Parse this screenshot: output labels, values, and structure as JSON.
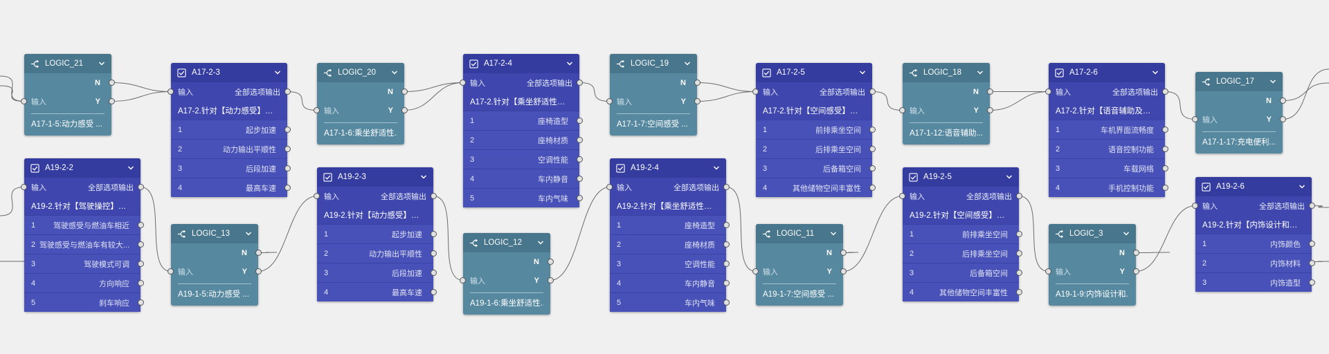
{
  "colors": {
    "logic": "#5688a0",
    "question": "#3f47ae",
    "wire": "#6a6a6a"
  },
  "labels": {
    "input": "输入",
    "all_output": "全部选项输出",
    "n": "N",
    "y": "Y",
    "ellipsis": "..."
  },
  "logic_nodes": [
    {
      "id": "LOGIC_21",
      "footer": "A17-1-5:动力感受 ..."
    },
    {
      "id": "LOGIC_20",
      "footer": "A17-1-6:乘坐舒适性..."
    },
    {
      "id": "LOGIC_19",
      "footer": "A17-1-7:空间感受 ..."
    },
    {
      "id": "LOGIC_18",
      "footer": "A17-1-12:语音辅助..."
    },
    {
      "id": "LOGIC_17",
      "footer": "A17-1-17:充电便利..."
    },
    {
      "id": "LOGIC_13",
      "footer": "A19-1-5:动力感受 ..."
    },
    {
      "id": "LOGIC_12",
      "footer": "A19-1-6:乘坐舒适性..."
    },
    {
      "id": "LOGIC_11",
      "footer": "A19-1-7:空间感受 ..."
    },
    {
      "id": "LOGIC_3",
      "footer": "A19-1-9:内饰设计和..."
    }
  ],
  "question_nodes": [
    {
      "id": "A17-2-3",
      "desc": "A17-2.针对【动力感受】方面,...",
      "options": [
        {
          "n": "1",
          "t": "起步加速"
        },
        {
          "n": "2",
          "t": "动力输出平顺性"
        },
        {
          "n": "3",
          "t": "后段加速"
        },
        {
          "n": "4",
          "t": "最高车速"
        }
      ]
    },
    {
      "id": "A17-2-4",
      "desc": "A17-2.针对【乘坐舒适性】方...",
      "options": [
        {
          "n": "1",
          "t": "座椅造型"
        },
        {
          "n": "2",
          "t": "座椅材质"
        },
        {
          "n": "3",
          "t": "空调性能"
        },
        {
          "n": "4",
          "t": "车内静音"
        },
        {
          "n": "5",
          "t": "车内气味"
        }
      ]
    },
    {
      "id": "A17-2-5",
      "desc": "A17-2.针对【空间感受】方面,...",
      "options": [
        {
          "n": "1",
          "t": "前排乘坐空间"
        },
        {
          "n": "2",
          "t": "后排乘坐空间"
        },
        {
          "n": "3",
          "t": "后备箱空间"
        },
        {
          "n": "4",
          "t": "其他储物空间丰富性"
        }
      ]
    },
    {
      "id": "A17-2-6",
      "desc": "A17-2.针对【语音辅助及车联...",
      "options": [
        {
          "n": "1",
          "t": "车机界面流畅度"
        },
        {
          "n": "2",
          "t": "语音控制功能"
        },
        {
          "n": "3",
          "t": "车载网络"
        },
        {
          "n": "4",
          "t": "手机控制功能"
        }
      ]
    },
    {
      "id": "A19-2-2",
      "desc": "A19-2.针对【驾驶操控】方面,...",
      "options": [
        {
          "n": "1",
          "t": "驾驶感受与燃油车相近"
        },
        {
          "n": "2",
          "t": "驾驶感受与燃油车有较大..."
        },
        {
          "n": "3",
          "t": "驾驶模式可调"
        },
        {
          "n": "4",
          "t": "方向响应"
        },
        {
          "n": "5",
          "t": "刹车响应"
        }
      ]
    },
    {
      "id": "A19-2-3",
      "desc": "A19-2.针对【动力感受】方面,...",
      "options": [
        {
          "n": "1",
          "t": "起步加速"
        },
        {
          "n": "2",
          "t": "动力输出平顺性"
        },
        {
          "n": "3",
          "t": "后段加速"
        },
        {
          "n": "4",
          "t": "最高车速"
        }
      ]
    },
    {
      "id": "A19-2-4",
      "desc": "A19-2.针对【乘坐舒适性】方...",
      "options": [
        {
          "n": "1",
          "t": "座椅造型"
        },
        {
          "n": "2",
          "t": "座椅材质"
        },
        {
          "n": "3",
          "t": "空调性能"
        },
        {
          "n": "4",
          "t": "车内静音"
        },
        {
          "n": "5",
          "t": "车内气味"
        }
      ]
    },
    {
      "id": "A19-2-5",
      "desc": "A19-2.针对【空间感受】方面,...",
      "options": [
        {
          "n": "1",
          "t": "前排乘坐空间"
        },
        {
          "n": "2",
          "t": "后排乘坐空间"
        },
        {
          "n": "3",
          "t": "后备箱空间"
        },
        {
          "n": "4",
          "t": "其他储物空间丰富性"
        }
      ]
    },
    {
      "id": "A19-2-6",
      "desc": "A19-2.针对【内饰设计和材质...",
      "options": [
        {
          "n": "1",
          "t": "内饰颜色"
        },
        {
          "n": "2",
          "t": "内饰材料"
        },
        {
          "n": "3",
          "t": "内饰造型"
        }
      ]
    }
  ]
}
